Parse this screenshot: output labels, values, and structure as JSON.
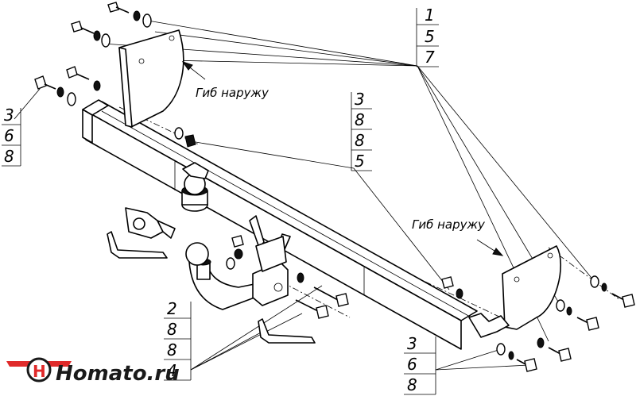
{
  "callouts": {
    "top_right": [
      "1",
      "5",
      "7"
    ],
    "mid_left": [
      "3",
      "6",
      "8"
    ],
    "mid_center": [
      "3",
      "8",
      "8",
      "5"
    ],
    "bottom_left": [
      "2",
      "8",
      "8",
      "4"
    ],
    "bottom_right": [
      "3",
      "6",
      "8"
    ]
  },
  "notes": {
    "bend_left": "Гиб наружу",
    "bend_right": "Гиб наружу"
  },
  "logo": {
    "text": "Homato.ru",
    "colors": {
      "red": "#e02a2a",
      "dark": "#1a1a1a"
    }
  }
}
